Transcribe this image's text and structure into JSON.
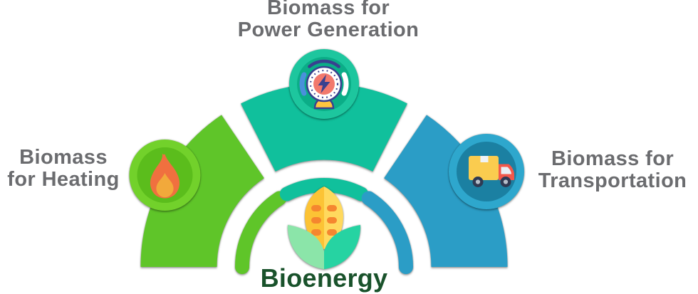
{
  "title": {
    "text": "Bioenergy"
  },
  "labels": {
    "power": {
      "line1": "Biomass for",
      "line2": "Power Generation"
    },
    "heating": {
      "line1": "Biomass",
      "line2": "for Heating"
    },
    "transportation": {
      "line1": "Biomass for",
      "line2": "Transportation"
    }
  },
  "icons": {
    "heating": "flame-icon",
    "power": "power-meter-icon",
    "transportation": "delivery-truck-icon",
    "center": "corn-icon"
  },
  "colors": {
    "segment_heating": "#5FC529",
    "segment_power": "#10C09C",
    "segment_transportation": "#2B9DC6",
    "ring_heating": "#72D12B",
    "disc_heating": "#5BBD1C",
    "ring_power": "#1DC69E",
    "disc_power": "#0BAD87",
    "ring_transportation": "#2EA7CD",
    "disc_transportation": "#1B80A2",
    "label_text": "#6B6C6F",
    "title_text": "#19522B",
    "flame_outer": "#F0703F",
    "flame_inner": "#F2A93B",
    "corn_cob_left": "#FCC335",
    "corn_cob_right": "#FFD95E",
    "corn_kernel": "#F5862F",
    "leaf_left": "#8BE5A9",
    "leaf_right": "#26D3A2",
    "truck_box": "#FACC4F",
    "truck_cab": "#F2584A",
    "gauge_face": "#FFFFFF",
    "gauge_dial": "#F2796D",
    "gauge_navy": "#39418F",
    "gauge_base": "#FFC53F"
  }
}
